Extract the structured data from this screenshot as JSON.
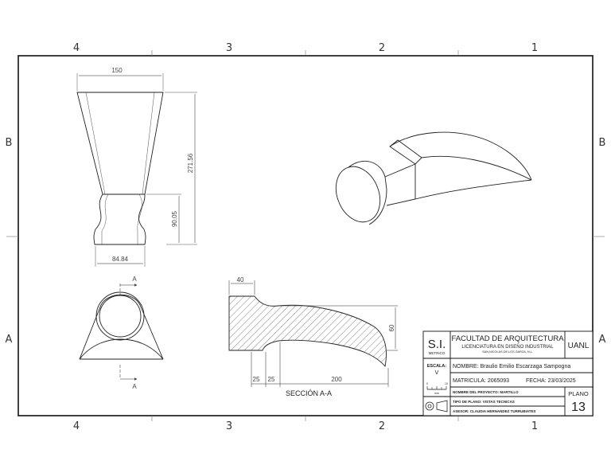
{
  "zones": {
    "columns": [
      "4",
      "3",
      "2",
      "1"
    ],
    "rows": [
      "B",
      "A"
    ]
  },
  "front_view": {
    "dim_width_top": "150",
    "dim_height_total": "271.56",
    "dim_height_neck": "90.05",
    "dim_width_base": "84.84"
  },
  "top_view": {
    "cut_label_top": "A",
    "cut_label_bottom": "A"
  },
  "section": {
    "dim_face": "40",
    "dim_height": "60",
    "dim_a": "25",
    "dim_b": "25",
    "dim_length": "200",
    "caption": "SECCIÓN A-A"
  },
  "title_block": {
    "logo_si": "S.I.",
    "logo_metrico": "METRICO",
    "faculty": "FACULTAD DE ARQUITECTURA",
    "program": "LICENCIATURA EN DISEÑO INDUSTRIAL",
    "city": "SAN NICOLAS DE LOS GARZA, N.L.",
    "university": "UANL",
    "escala_label": "ESCALA:",
    "escala_value": "V",
    "scale_bar_left": "0",
    "scale_bar_right": "10",
    "scale_bar_unit": "mm",
    "nombre": "NOMBRE: Braulio Emilio Escarzaga Sampogna",
    "matricula": "MATRICULA: 2065093",
    "fecha": "FECHA: 23/03/2025",
    "proyecto": "NOMBRE DEL PROYECTO: MARTILLO",
    "tipo_plano": "TIPO DE PLANO: VISTAS TECNICAS",
    "asesor": "ASESOR: CLAUDIA HERNANDEZ TURRUBIATES",
    "plano_label": "PLANO",
    "plano_number": "13"
  }
}
